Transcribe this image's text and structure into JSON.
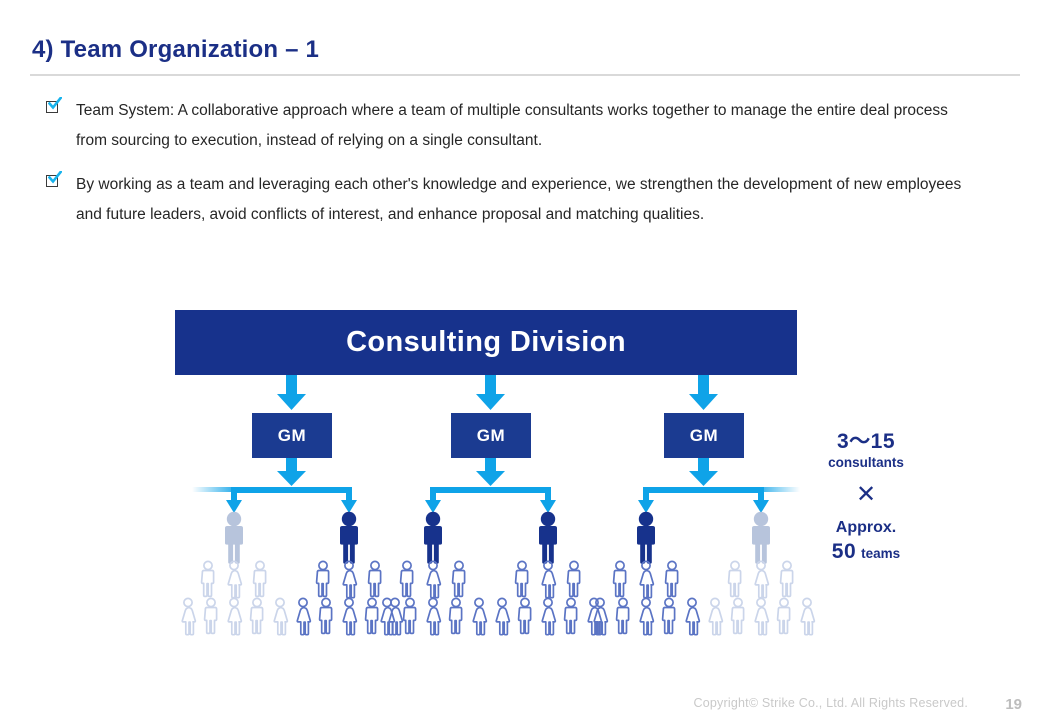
{
  "slide": {
    "title": "4) Team Organization – 1",
    "page_number": "19",
    "footer": "Copyright© Strike Co., Ltd. All Rights Reserved."
  },
  "bullets": [
    {
      "icon": "checkbox-checked-icon",
      "text": "Team System: A collaborative approach where a team of multiple consultants works together to manage the entire deal process from sourcing to execution, instead of relying on a single consultant."
    },
    {
      "icon": "checkbox-checked-icon",
      "text": "By working as a team and leveraging each other's knowledge and experience, we strengthen the development of new employees and future leaders, avoid conflicts of interest, and enhance proposal and matching qualities."
    }
  ],
  "org_chart": {
    "root": {
      "label": "Consulting Division"
    },
    "managers": [
      {
        "label": "GM"
      },
      {
        "label": "GM"
      },
      {
        "label": "GM"
      }
    ],
    "teams": [
      {
        "leader_state": "faded",
        "members": {
          "leaders": 1,
          "middle_row": 3,
          "bottom_row": 5
        }
      },
      {
        "leader_state": "active",
        "members": {
          "leaders": 1,
          "middle_row": 3,
          "bottom_row": 5
        }
      },
      {
        "leader_state": "active",
        "members": {
          "leaders": 1,
          "middle_row": 3,
          "bottom_row": 5
        }
      },
      {
        "leader_state": "active",
        "members": {
          "leaders": 1,
          "middle_row": 3,
          "bottom_row": 5
        }
      },
      {
        "leader_state": "active",
        "members": {
          "leaders": 1,
          "middle_row": 3,
          "bottom_row": 5
        }
      },
      {
        "leader_state": "faded",
        "members": {
          "leaders": 1,
          "middle_row": 3,
          "bottom_row": 5
        }
      }
    ]
  },
  "annotation": {
    "count_range": "3〜15",
    "count_unit": "consultants",
    "operator": "✕",
    "approx_label": "Approx.",
    "teams_count": "50",
    "teams_unit": "teams"
  },
  "colors": {
    "navy": "#17328C",
    "navy_dark": "#1B3B91",
    "cyan": "#0FA3E8",
    "title_blue": "#1B2F86",
    "member_blue": "#5B74C4",
    "faded_blue": "#C6D2E8",
    "faded_leader": "#B7C4DC",
    "text": "#262626",
    "rule": "#d9d9d9",
    "footer_gray": "#c9c9c9"
  }
}
